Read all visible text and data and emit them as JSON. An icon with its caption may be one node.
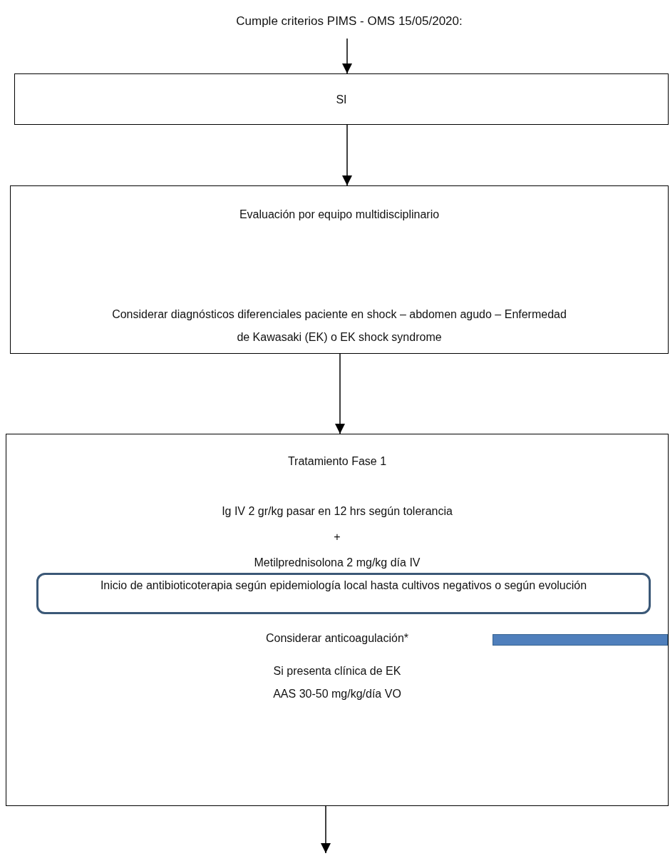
{
  "diagram": {
    "nodes": [
      {
        "text": [
          "Cumple criterios PIMS - OMS 15/05/2020:"
        ]
      },
      {
        "text": [
          "SI"
        ]
      },
      {
        "text": [
          "Evaluación por equipo multidisciplinario",
          "Considerar diagnósticos diferenciales paciente en shock – abdomen agudo – Enfermedad de Kawasaki (EK) o EK shock syndrome"
        ]
      },
      {
        "text": [
          "Tratamiento Fase 1",
          "Ig IV 2 gr/kg pasar en 12 hrs según tolerancia",
          "+",
          "Metilprednisolona 2 mg/kg día IV",
          "Considerar anticoagulación*",
          "Si presenta clínica de EK",
          "AAS 30-50 mg/kg/día VO"
        ]
      },
      {
        "text": [
          "Inicio de antibioticoterapia según epidemiología local hasta cultivos negativos o según evolución"
        ],
        "in": 3
      },
      {
        "text": [],
        "shape": "bar",
        "in": 3
      }
    ],
    "edges": [
      {
        "from": 0,
        "to": 1,
        "arrow": "to"
      },
      {
        "from": 1,
        "to": 2,
        "arrow": "to"
      },
      {
        "from": 2,
        "to": 3,
        "arrow": "to"
      },
      {
        "from": 3,
        "to": null,
        "arrow": "to"
      }
    ]
  }
}
